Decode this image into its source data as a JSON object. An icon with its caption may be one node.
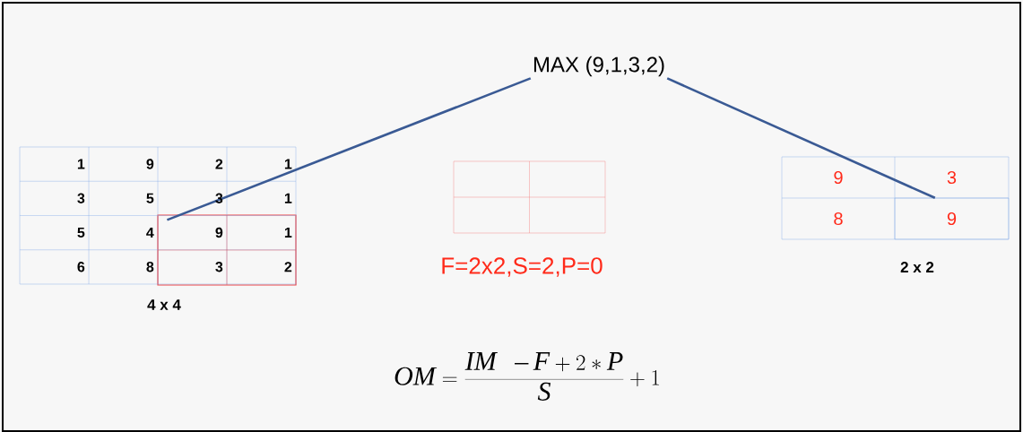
{
  "diagram": {
    "nodes": [
      {
        "text": [
          "MAX (9,1,3,2)"
        ]
      },
      {
        "text": [],
        "shape": "box"
      },
      {
        "text": [
          "9"
        ]
      }
    ],
    "edges": [
      {
        "from": 1,
        "to": 0,
        "arrow": "none"
      },
      {
        "from": 0,
        "to": 2,
        "arrow": "none"
      }
    ],
    "labels": [
      "1",
      "9",
      "2",
      "1",
      "3",
      "5",
      "3",
      "1",
      "5",
      "4",
      "9",
      "1",
      "6",
      "8",
      "3",
      "2",
      "4 x 4",
      "F=2x2,S=2,P=0",
      "9",
      "3",
      "8",
      "2 x 2",
      "OM = \\frac{IM\\ \\ - F + 2 * P}{S} + 1"
    ]
  }
}
